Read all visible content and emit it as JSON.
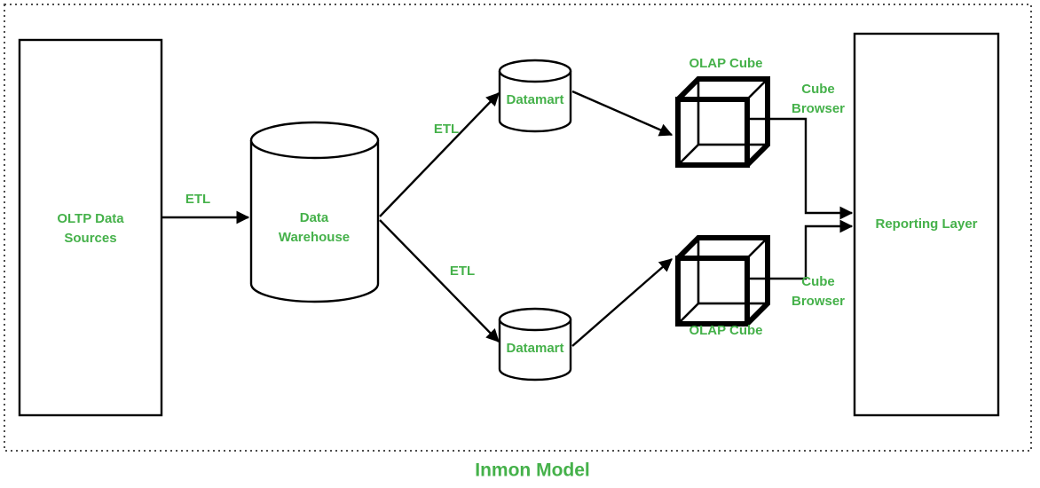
{
  "diagram": {
    "title": "Inmon Model",
    "accent_color": "#45b14a",
    "line_color": "#000000",
    "frame_color": "#4d4d4d",
    "background": "#ffffff",
    "nodes": {
      "oltp": {
        "label_line1": "OLTP Data",
        "label_line2": "Sources",
        "shape": "rectangle"
      },
      "warehouse": {
        "label_line1": "Data",
        "label_line2": "Warehouse",
        "shape": "cylinder"
      },
      "datamart_top": {
        "label": "Datamart",
        "shape": "cylinder"
      },
      "datamart_bottom": {
        "label": "Datamart",
        "shape": "cylinder"
      },
      "cube_top": {
        "label": "OLAP Cube",
        "shape": "cube"
      },
      "cube_bottom": {
        "label": "OLAP Cube",
        "shape": "cube"
      },
      "reporting": {
        "label": "Reporting Layer",
        "shape": "rectangle"
      }
    },
    "edges": {
      "oltp_to_warehouse": {
        "label": "ETL"
      },
      "warehouse_to_datamart_top": {
        "label": "ETL"
      },
      "warehouse_to_datamart_bottom": {
        "label": "ETL"
      },
      "cube_top_to_reporting": {
        "label_line1": "Cube",
        "label_line2": "Browser"
      },
      "cube_bottom_to_reporting": {
        "label_line1": "Cube",
        "label_line2": "Browser"
      }
    }
  }
}
